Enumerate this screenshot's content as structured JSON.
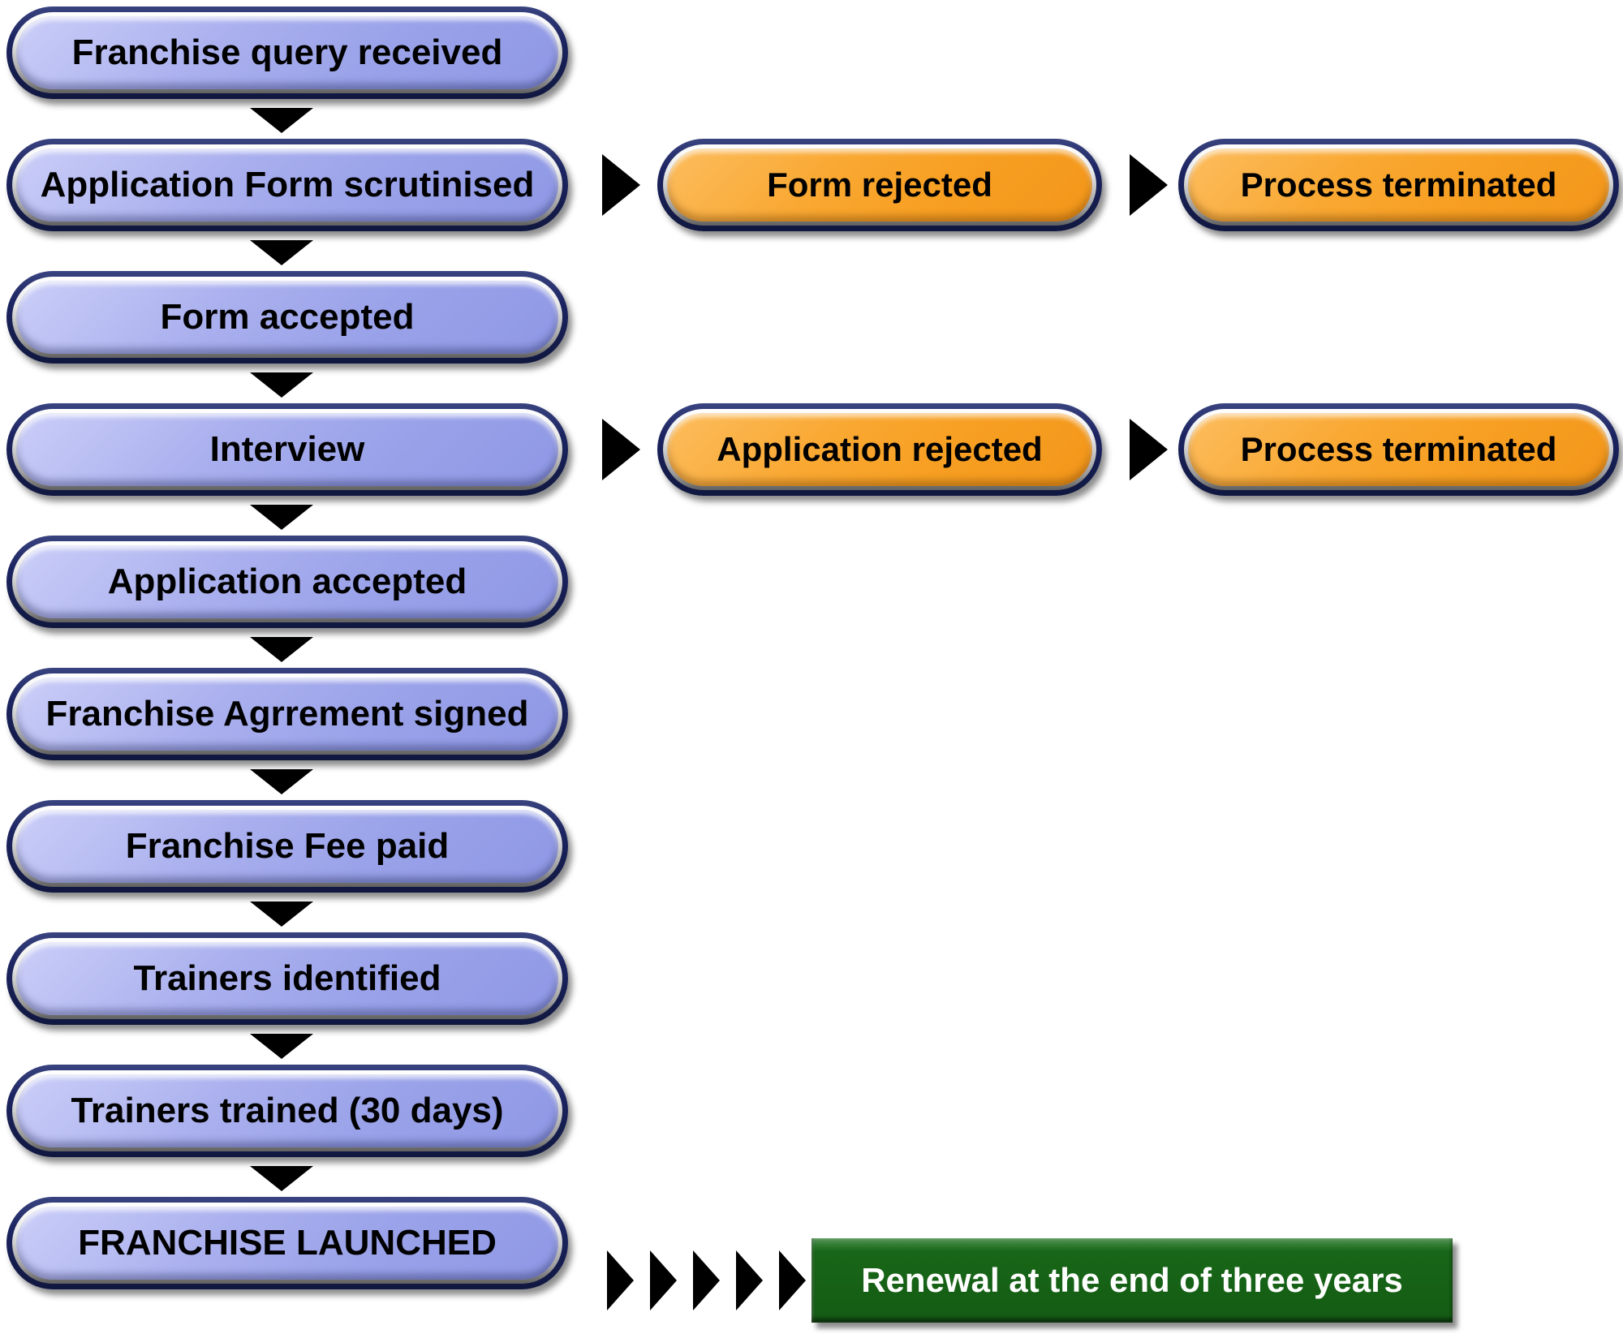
{
  "steps": [
    {
      "label": "Franchise query received"
    },
    {
      "label": "Application Form scrutinised"
    },
    {
      "label": "Form accepted"
    },
    {
      "label": "Interview"
    },
    {
      "label": "Application accepted"
    },
    {
      "label": "Franchise Agrrement signed"
    },
    {
      "label": "Franchise Fee paid"
    },
    {
      "label": "Trainers identified"
    },
    {
      "label": "Trainers trained (30 days)"
    },
    {
      "label": "FRANCHISE LAUNCHED"
    }
  ],
  "branches": {
    "form": {
      "from_step": "Application Form scrutinised",
      "boxes": [
        {
          "label": "Form rejected"
        },
        {
          "label": "Process terminated"
        }
      ]
    },
    "application": {
      "from_step": "Interview",
      "boxes": [
        {
          "label": "Application rejected"
        },
        {
          "label": "Process terminated"
        }
      ]
    }
  },
  "renewal": {
    "label": "Renewal at the end of three years",
    "arrow_count": 5
  },
  "colors": {
    "step_fill": "#9aa2e9",
    "reject_fill": "#f79f22",
    "renewal_fill": "#176417",
    "renewal_text": "#ffffff",
    "pill_border": "#1b2460",
    "pill_ring": "#c9c9c9",
    "arrow": "#000000",
    "background": "#ffffff",
    "text": "#000000"
  }
}
